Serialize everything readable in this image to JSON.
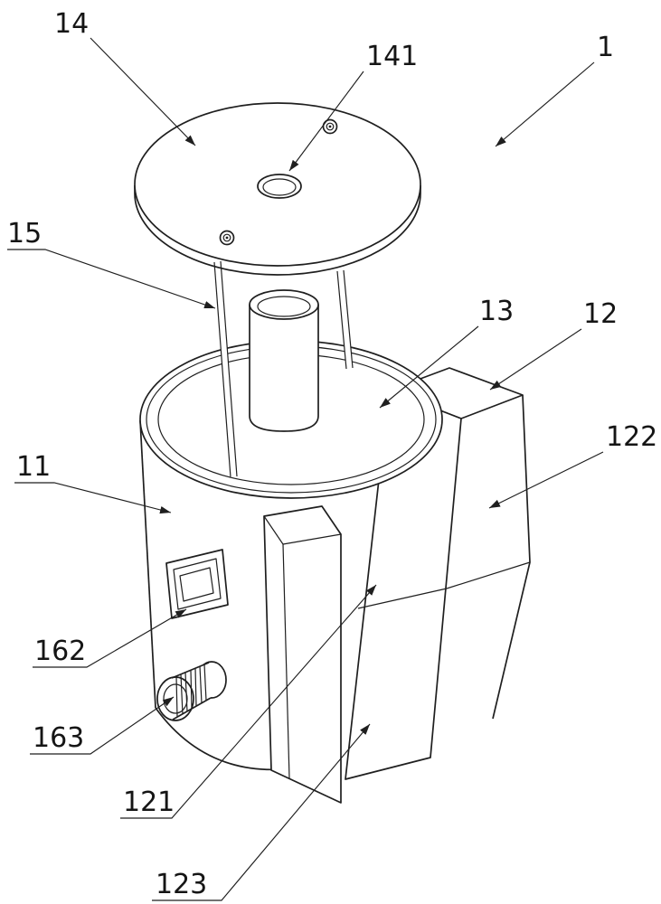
{
  "figure": {
    "type": "patent-line-drawing",
    "background": "#ffffff",
    "line_color": "#1f1f1f"
  },
  "callouts": {
    "c14": "14",
    "c141": "141",
    "c1": "1",
    "c15": "15",
    "c13": "13",
    "c12": "12",
    "c122": "122",
    "c11": "11",
    "c162": "162",
    "c163": "163",
    "c121": "121",
    "c123": "123"
  }
}
